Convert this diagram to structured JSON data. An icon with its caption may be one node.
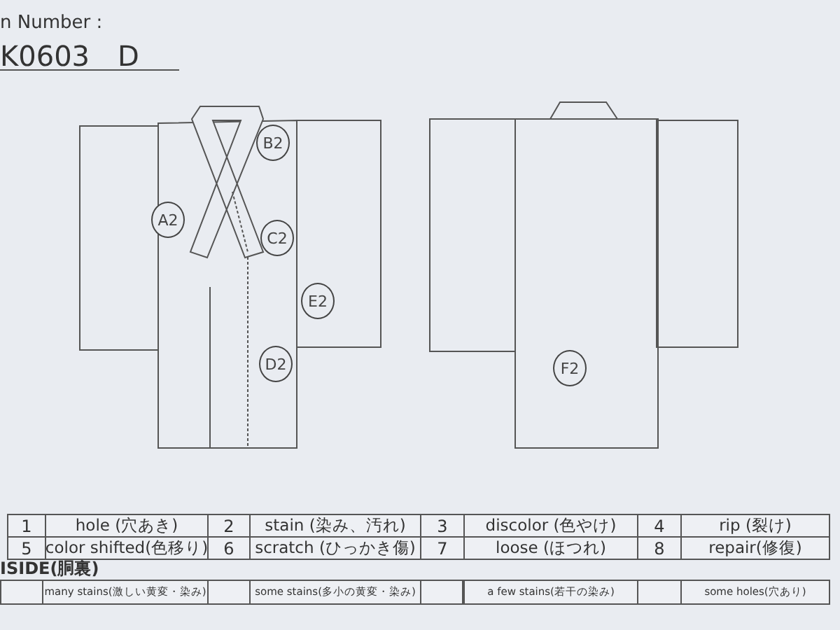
{
  "diagram": {
    "nodes": [
      {
        "text": [
          "A2"
        ]
      },
      {
        "text": [
          "B2"
        ]
      },
      {
        "text": [
          "C2"
        ]
      },
      {
        "text": [
          "E2"
        ]
      },
      {
        "text": [
          "D2"
        ]
      },
      {
        "text": [
          "F2"
        ]
      }
    ],
    "labels": [
      "n Number :",
      "K0603　D",
      "1",
      "hole (穴あき)",
      "2",
      "stain (染み、汚れ)",
      "3",
      "discolor (色やけ)",
      "4",
      "rip (裂け)",
      "5",
      "color shifted(色移り)",
      "6",
      "scratch (ひっかき傷)",
      "7",
      "loose (ほつれ)",
      "8",
      "repair(修復)",
      "ISIDE(胴裏)",
      "many stains(激しい黄変・染み)",
      "some stains(多小の黄変・染み)",
      "a few stains(若干の染み)",
      "some holes(穴あり)"
    ]
  }
}
